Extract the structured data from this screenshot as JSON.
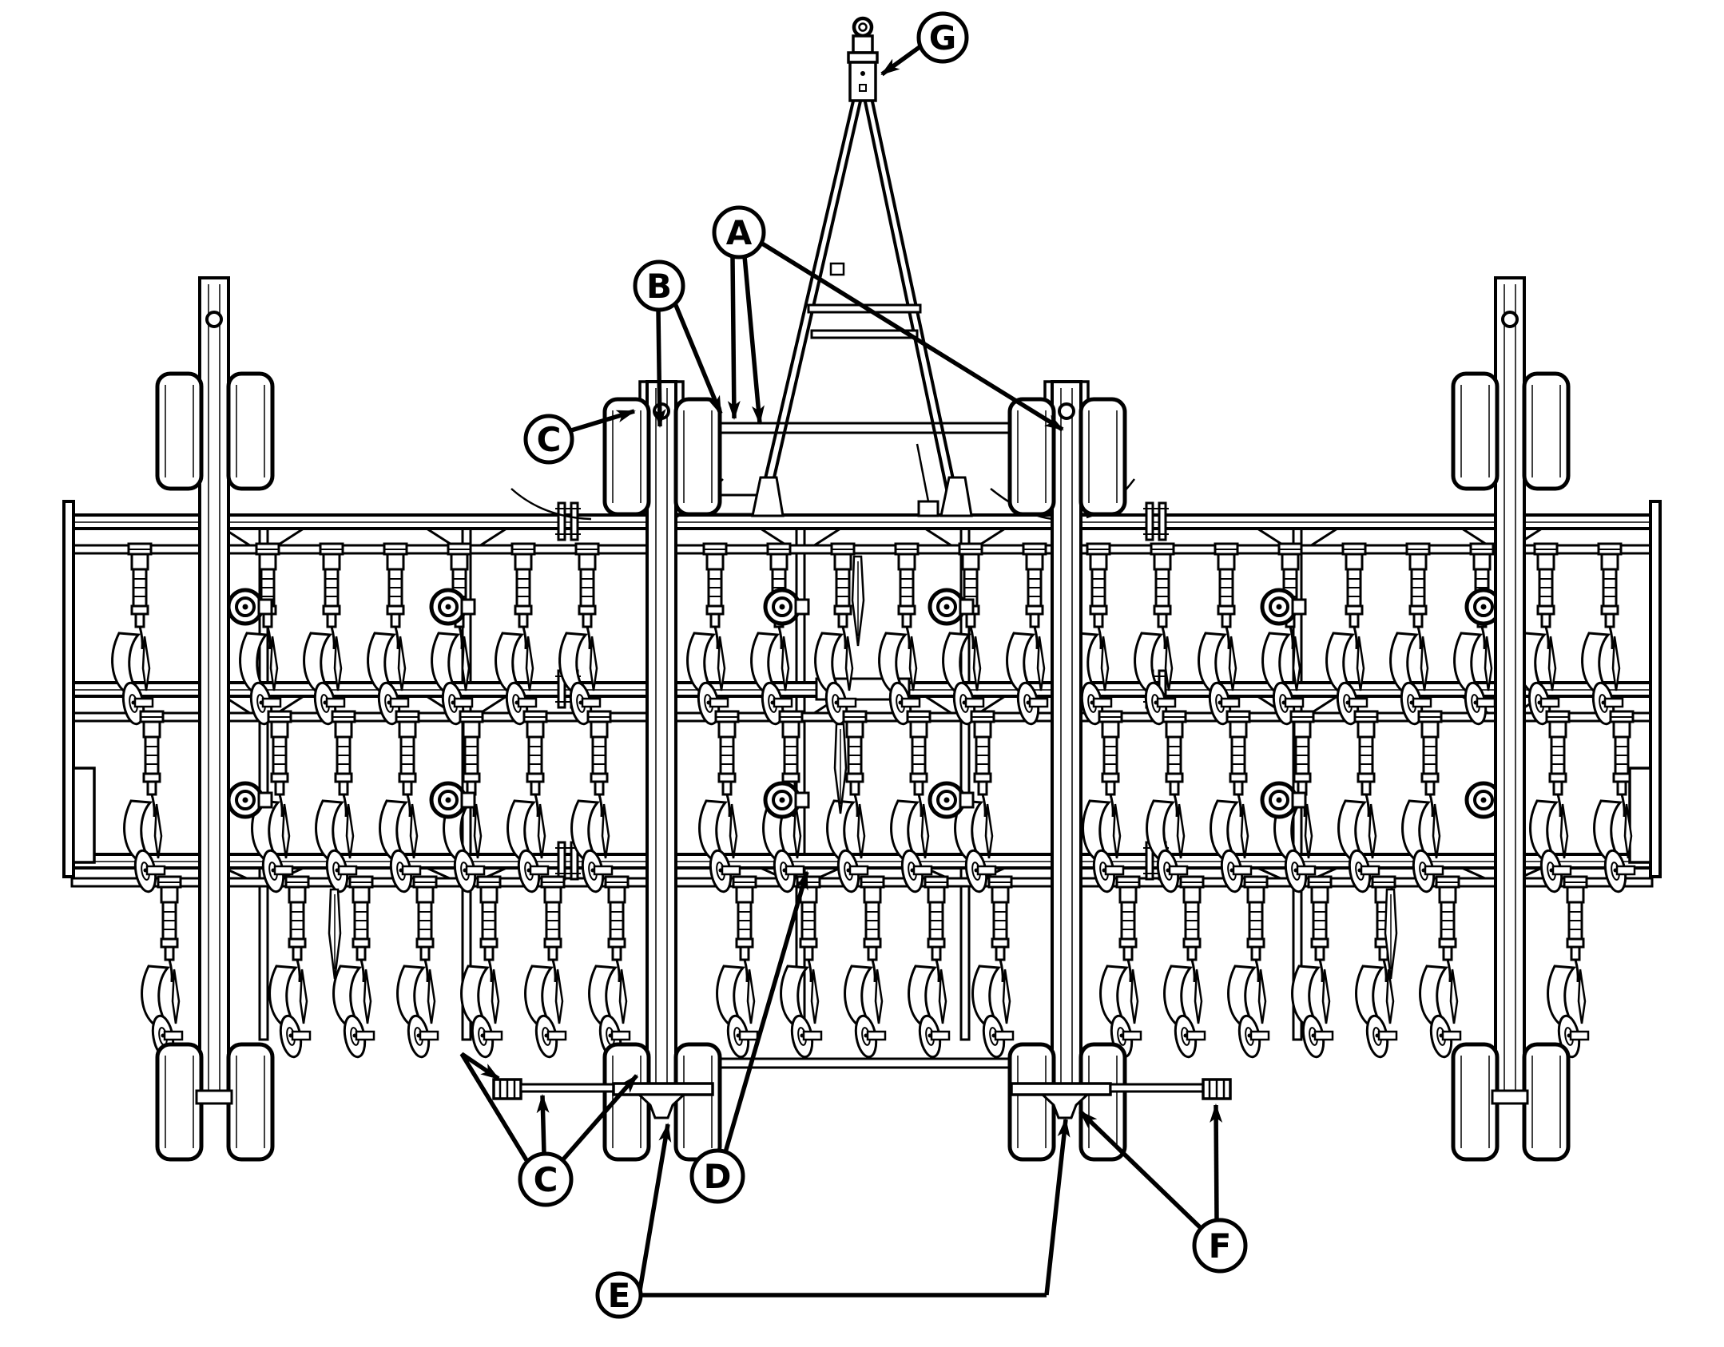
{
  "figure": {
    "kind": "parts-identification line drawing",
    "subject": "field cultivator / tillage implement, top view",
    "background_color": "#ffffff",
    "line_color": "#000000"
  },
  "callouts": {
    "a": {
      "label": "A"
    },
    "b": {
      "label": "B"
    },
    "c_upper": {
      "label": "C"
    },
    "c_lower": {
      "label": "C"
    },
    "d": {
      "label": "D"
    },
    "e": {
      "label": "E"
    },
    "f": {
      "label": "F"
    },
    "g": {
      "label": "G"
    }
  }
}
